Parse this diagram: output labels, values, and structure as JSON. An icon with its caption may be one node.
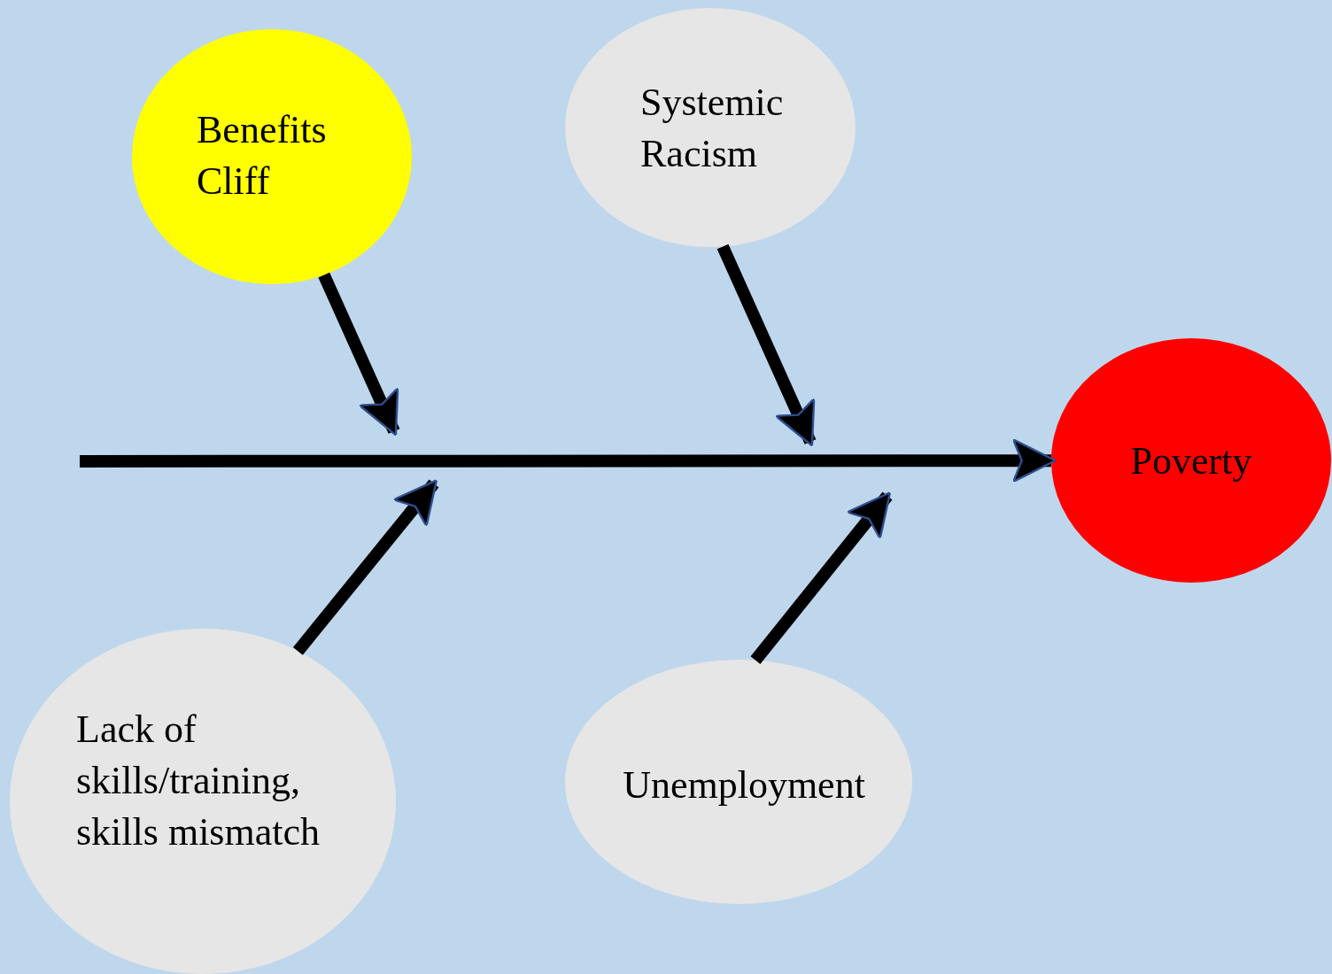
{
  "diagram": {
    "nodes": [
      {
        "text": [
          "Benefits Cliff"
        ]
      },
      {
        "text": [
          "Systemic Racism"
        ]
      },
      {
        "text": [
          "Poverty"
        ]
      },
      {
        "text": [
          "Lack of skills/training, skills mismatch"
        ]
      },
      {
        "text": [
          "Unemployment"
        ]
      }
    ],
    "edges": [
      {
        "from": null,
        "to": 2,
        "arrow": "to"
      },
      {
        "from": 0,
        "to": null,
        "arrow": "to"
      },
      {
        "from": 1,
        "to": null,
        "arrow": "to"
      },
      {
        "from": 3,
        "to": null,
        "arrow": "to"
      },
      {
        "from": 4,
        "to": null,
        "arrow": "to"
      }
    ]
  }
}
